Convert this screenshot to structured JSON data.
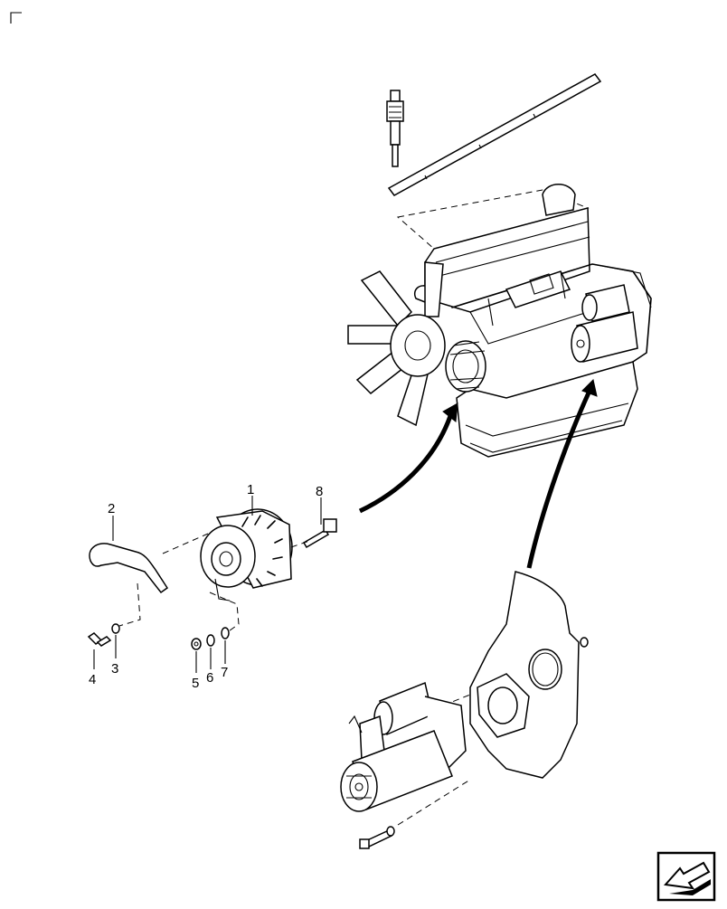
{
  "diagram": {
    "callouts": [
      {
        "id": "1",
        "label": "1"
      },
      {
        "id": "2",
        "label": "2"
      },
      {
        "id": "3",
        "label": "3"
      },
      {
        "id": "4",
        "label": "4"
      },
      {
        "id": "5",
        "label": "5"
      },
      {
        "id": "6",
        "label": "6"
      },
      {
        "id": "7",
        "label": "7"
      },
      {
        "id": "8",
        "label": "8"
      }
    ]
  },
  "navigation": {
    "icon": "arrow-back-icon"
  }
}
